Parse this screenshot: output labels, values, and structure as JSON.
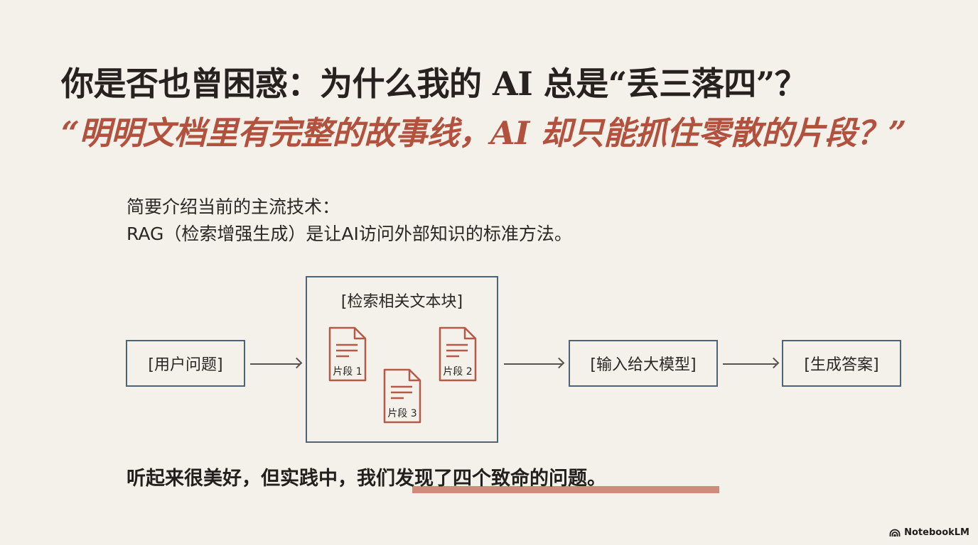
{
  "title": {
    "main": "你是否也曾困惑：为什么我的 AI 总是“丢三落四”？",
    "quote": "“明明文档里有完整的故事线，AI 却只能抓住零散的片段？”"
  },
  "intro": {
    "line1": "简要介绍当前的主流技术：",
    "line2": "RAG（检索增强生成）是让AI访问外部知识的标准方法。"
  },
  "diagram": {
    "steps": [
      {
        "label": "[用户问题]"
      },
      {
        "label": "[检索相关文本块]"
      },
      {
        "label": "[输入给大模型]"
      },
      {
        "label": "[生成答案]"
      }
    ],
    "chunks": [
      {
        "label": "片段 1",
        "icon": "document-icon"
      },
      {
        "label": "片段 2",
        "icon": "document-icon"
      },
      {
        "label": "片段 3",
        "icon": "document-icon"
      }
    ],
    "colors": {
      "box_border": "#4f6378",
      "doc_stroke": "#b35a48",
      "arrow": "#55524f"
    }
  },
  "conclusion": {
    "plain": "听起来很美好，但实践中，",
    "highlighted": "我们发现了四个致命的问题。",
    "highlight_color": "#d28a7b"
  },
  "brand": {
    "label": "NotebookLM",
    "icon": "notebooklm-logo-icon"
  },
  "colors": {
    "background": "#f4f1eb",
    "title": "#27221f",
    "accent": "#b3513f"
  }
}
